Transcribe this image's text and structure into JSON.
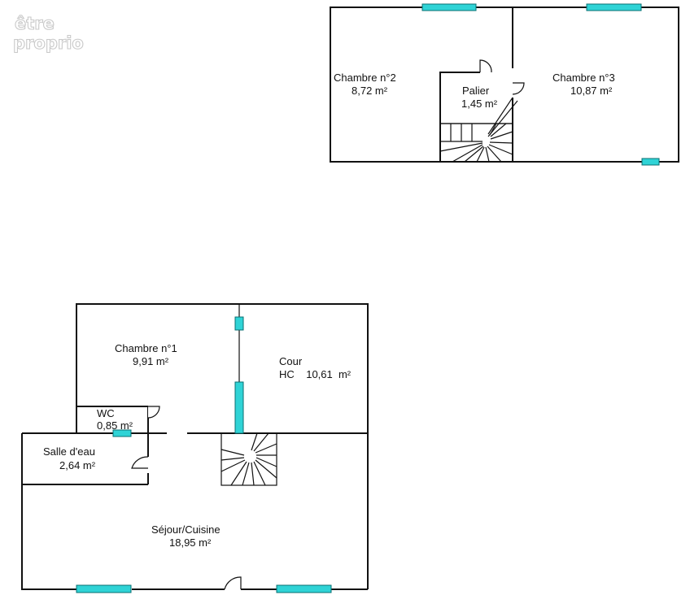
{
  "watermark": {
    "line1": "être",
    "line2": "proprio"
  },
  "floors": {
    "upper": {
      "rooms": [
        {
          "id": "chambre2",
          "name": "Chambre n°2",
          "area": "8,72  m²"
        },
        {
          "id": "palier",
          "name": "Palier",
          "area": "1,45  m²"
        },
        {
          "id": "chambre3",
          "name": "Chambre n°3",
          "area": "10,87  m²"
        }
      ]
    },
    "ground": {
      "rooms": [
        {
          "id": "chambre1",
          "name": "Chambre n°1",
          "area": "9,91  m²"
        },
        {
          "id": "cour",
          "name": "Cour",
          "area": "HC    10,61  m²"
        },
        {
          "id": "wc",
          "name": "WC",
          "area": "0,85  m²"
        },
        {
          "id": "salle-eau",
          "name": "Salle d'eau",
          "area": "2,64  m²"
        },
        {
          "id": "sejour",
          "name": "Séjour/Cuisine",
          "area": "18,95  m²"
        }
      ]
    }
  },
  "colors": {
    "wall": "#111111",
    "window": "#2fd3d6"
  }
}
